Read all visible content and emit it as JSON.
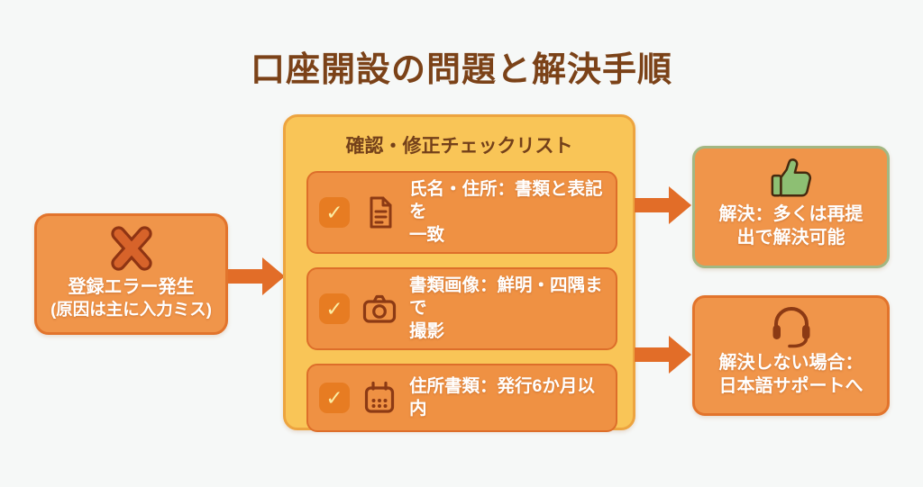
{
  "title": "口座開設の問題と解決手順",
  "colors": {
    "background": "#f6f8f7",
    "title_brown": "#7b4218",
    "box_orange": "#f0954a",
    "box_orange_border": "#e2742c",
    "checklist_yellow": "#f9c557",
    "checklist_yellow_border": "#eda43f",
    "item_orange": "#ef9143",
    "item_orange_border": "#dd6e2a",
    "checkbox_orange": "#e77c22",
    "check_yellow": "#fbeea5",
    "icon_brown": "#8c3a14",
    "success_green_border": "#a2b783",
    "thumb_green": "#8dbf73",
    "arrow_orange": "#e26d28",
    "text_white": "#ffffff"
  },
  "problem_box": {
    "icon": "x-mark-icon",
    "lines": [
      "登録エラー発生",
      "(原因は主に入力ミス)"
    ]
  },
  "checklist": {
    "title": "確認・修正チェックリスト",
    "check_glyph": "✓",
    "items": [
      {
        "icon": "document-icon",
        "lines": [
          "氏名・住所：書類と表記を",
          "一致"
        ]
      },
      {
        "icon": "camera-icon",
        "lines": [
          "書類画像：鮮明・四隅まで",
          "撮影"
        ]
      },
      {
        "icon": "calendar-icon",
        "lines": [
          "住所書類：発行6か月以内"
        ]
      }
    ]
  },
  "outcomes": [
    {
      "icon": "thumbs-up-icon",
      "lines": [
        "解決：多くは再提",
        "出で解決可能"
      ]
    },
    {
      "icon": "headset-icon",
      "lines": [
        "解決しない場合：",
        "日本語サポートへ"
      ]
    }
  ]
}
